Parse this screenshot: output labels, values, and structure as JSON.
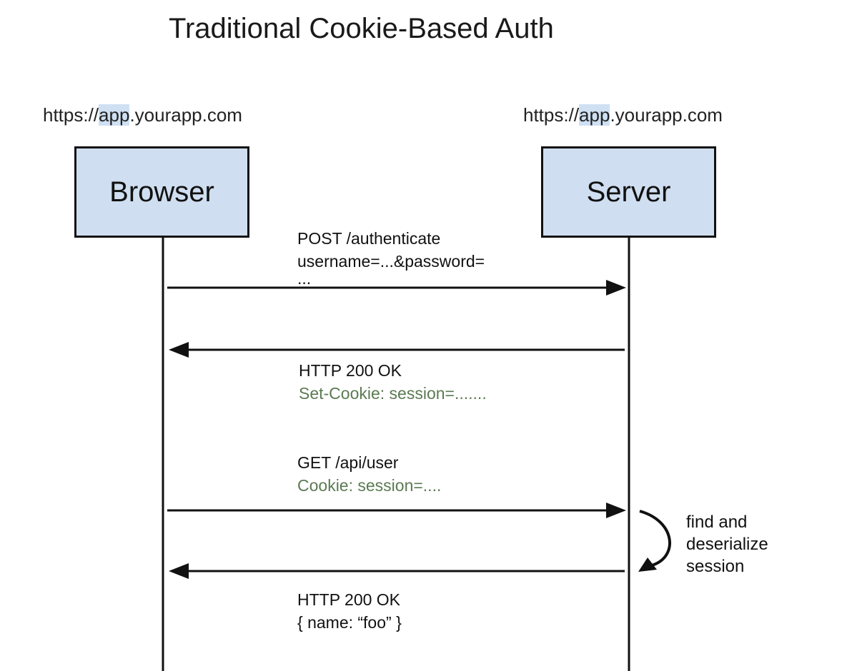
{
  "title": "Traditional Cookie-Based Auth",
  "browser": {
    "url_prefix": "https://",
    "url_highlight": "app",
    "url_suffix": ".yourapp.com",
    "label": "Browser"
  },
  "server": {
    "url_prefix": "https://",
    "url_highlight": "app",
    "url_suffix": ".yourapp.com",
    "label": "Server"
  },
  "messages": [
    {
      "line1": "POST /authenticate",
      "line2": "username=...&password=",
      "line3": "..."
    },
    {
      "line1": "HTTP 200 OK",
      "line2": "Set-Cookie: session=......."
    },
    {
      "line1": "GET /api/user",
      "line2": "Cookie: session=...."
    },
    {
      "line1": "HTTP 200 OK",
      "line2": "{  name: “foo” }"
    }
  ],
  "server_note": [
    "find and",
    "deserialize",
    "session"
  ],
  "colors": {
    "actor_fill": "#cfdef0",
    "url_highlight": "#cfe0f3",
    "cookie_text": "#5b7a52"
  }
}
